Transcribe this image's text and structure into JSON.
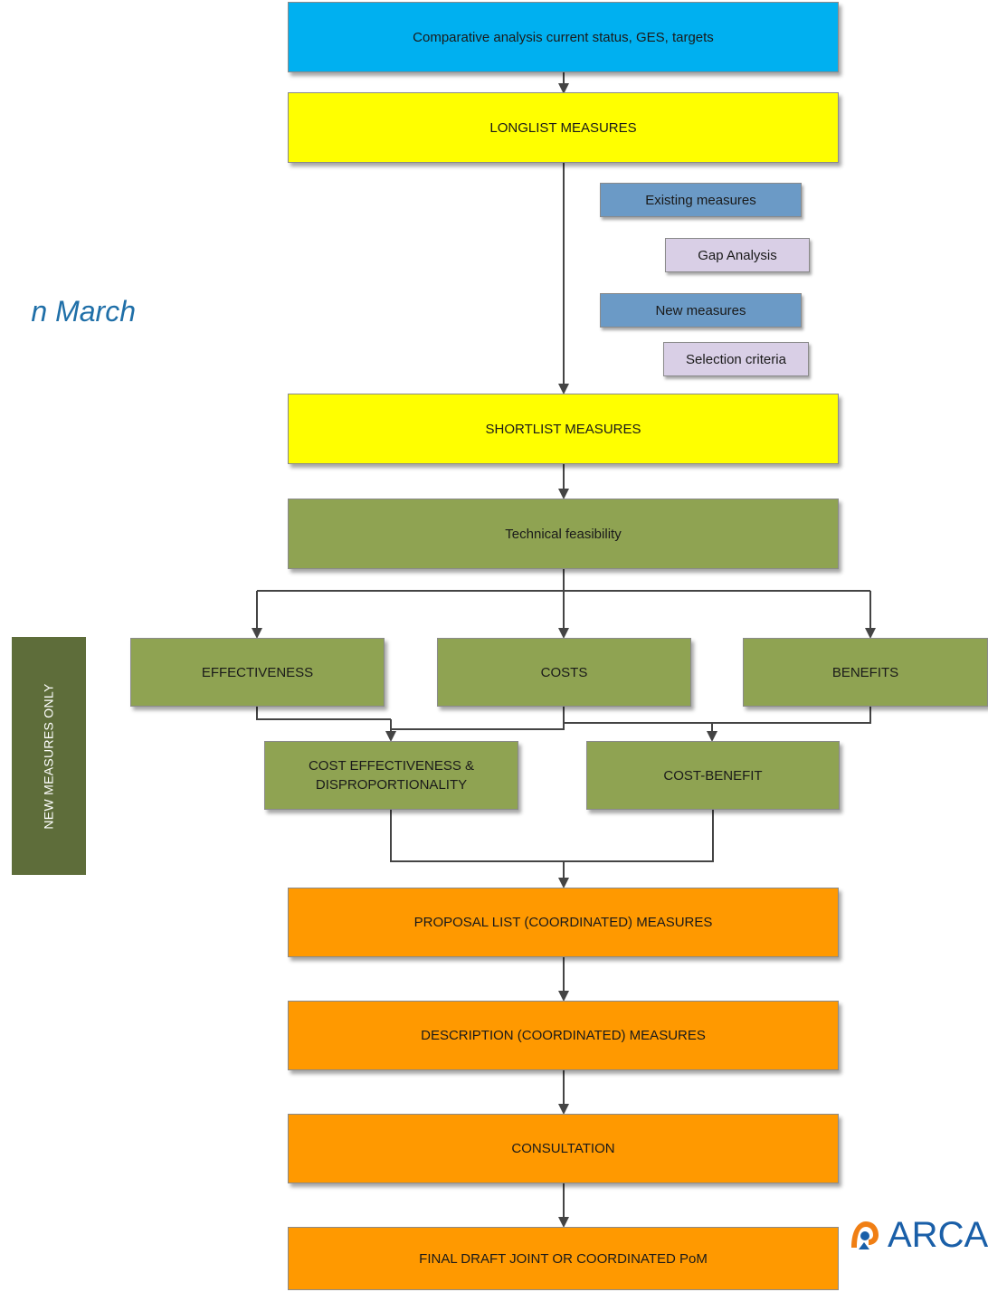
{
  "side_note": "n March",
  "sidebar_label": "NEW MEASURES ONLY",
  "logo_text": "ARCA",
  "colors": {
    "blue": "#00b0f0",
    "yellow": "#ffff00",
    "green": "#8fa352",
    "dark_green": "#5e6d3a",
    "orange": "#ff9900",
    "steel_blue": "#6b9ac6",
    "lilac": "#d9cfe6",
    "logo_blue": "#1a5fa8",
    "logo_orange": "#f07f14",
    "note_blue": "#1f6fa8"
  },
  "steps": {
    "comparative": "Comparative analysis current status, GES, targets",
    "longlist": "LONGLIST MEASURES",
    "shortlist": "SHORTLIST MEASURES",
    "technical": "Technical feasibility",
    "effectiveness": "EFFECTIVENESS",
    "costs": "COSTS",
    "benefits": "BENEFITS",
    "cost_effectiveness": "COST EFFECTIVENESS &\nDISPROPORTIONALITY",
    "cost_benefit": "COST-BENEFIT",
    "proposal": "PROPOSAL LIST (COORDINATED) MEASURES",
    "description": "DESCRIPTION (COORDINATED) MEASURES",
    "consultation": "CONSULTATION",
    "final": "FINAL DRAFT JOINT OR COORDINATED PoM"
  },
  "inputs": {
    "existing": "Existing measures",
    "gap": "Gap Analysis",
    "new": "New measures",
    "selection": "Selection criteria"
  }
}
